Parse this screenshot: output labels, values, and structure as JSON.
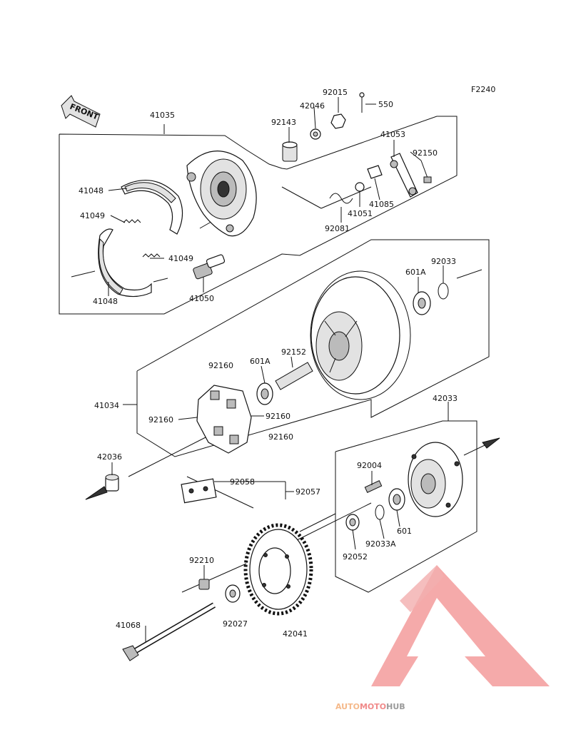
{
  "figure_code": "F2240",
  "front_label": "FRONT",
  "parts": {
    "p41035": "41035",
    "p92015": "92015",
    "p550": "550",
    "p42046": "42046",
    "p92143": "92143",
    "p41053": "41053",
    "p92150": "92150",
    "p41048a": "41048",
    "p41049a": "41049",
    "p41051": "41051",
    "p41085": "41085",
    "p92081": "92081",
    "p41049b": "41049",
    "p41050": "41050",
    "p41048b": "41048",
    "p601A_a": "601A",
    "p92033": "92033",
    "p92160a": "92160",
    "p601A_b": "601A",
    "p92152": "92152",
    "p41034": "41034",
    "p92160b": "92160",
    "p92160c": "92160",
    "p92160d": "92160",
    "p42033": "42033",
    "p42036": "42036",
    "p92004": "92004",
    "p92058": "92058",
    "p92057": "92057",
    "p601": "601",
    "p92033A": "92033A",
    "p92052": "92052",
    "p92210": "92210",
    "p92027": "92027",
    "p41068": "41068",
    "p42041": "42041"
  },
  "watermark": {
    "text_a": "AUTO",
    "text_b": "MOTO",
    "text_c": "HUB",
    "color_a": "#f5b98a",
    "color_b": "#f08a8a",
    "color_c": "#9a9a9a"
  }
}
